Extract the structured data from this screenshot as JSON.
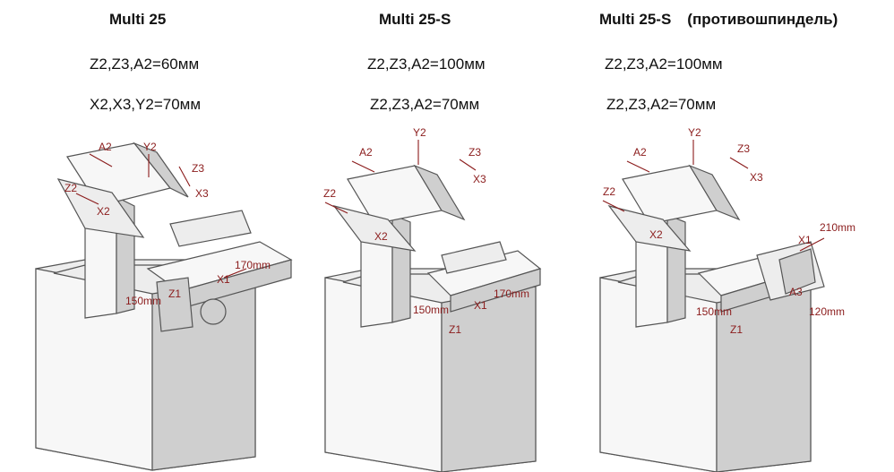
{
  "panels": [
    {
      "title": "Multi 25",
      "subtitle": "",
      "spec1": "Z2,Z3,A2=60мм",
      "spec2": "X2,X3,Y2=70мм",
      "labels": {
        "a2": "A2",
        "y2": "Y2",
        "z3": "Z3",
        "z2": "Z2",
        "x3": "X3",
        "x2": "X2",
        "x1": "X1",
        "x1_stroke": "170mm",
        "z1": "Z1",
        "z1_stroke": "150mm"
      }
    },
    {
      "title": "Multi 25-S",
      "subtitle": "",
      "spec1": "Z2,Z3,A2=100мм",
      "spec2": "Z2,Z3,A2=70мм",
      "labels": {
        "a2": "A2",
        "y2": "Y2",
        "z3": "Z3",
        "z2": "Z2",
        "x3": "X3",
        "x2": "X2",
        "x1": "X1",
        "x1_stroke": "170mm",
        "z1": "Z1",
        "z1_stroke": "150mm"
      }
    },
    {
      "title": "Multi 25-S",
      "subtitle": "(противошпиндель)",
      "spec1": "Z2,Z3,A2=100мм",
      "spec2": "Z2,Z3,A2=70мм",
      "labels": {
        "a2": "A2",
        "y2": "Y2",
        "z3": "Z3",
        "z2": "Z2",
        "x3": "X3",
        "x2": "X2",
        "x1": "X1",
        "x1_stroke": "210mm",
        "z1": "Z1",
        "z1_stroke": "150mm",
        "a3": "A3",
        "a3_stroke": "120mm"
      }
    }
  ]
}
